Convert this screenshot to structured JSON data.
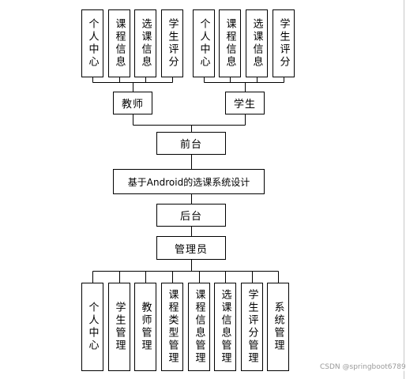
{
  "diagram": {
    "title": "基于Android的选课系统设计",
    "frontend": "前台",
    "backend": "后台",
    "admin": "管理员",
    "teacher": {
      "label": "教师",
      "modules": [
        "个人中心",
        "课程信息",
        "选课信息",
        "学生评分"
      ]
    },
    "student": {
      "label": "学生",
      "modules": [
        "个人中心",
        "课程信息",
        "选课信息",
        "学生评分"
      ]
    },
    "admin_modules": [
      "个人中心",
      "学生管理",
      "教师管理",
      "课程类型管理",
      "课程信息管理",
      "选课信息管理",
      "学生评分管理",
      "系统管理"
    ]
  },
  "watermark": "CSDN @springboot6789"
}
